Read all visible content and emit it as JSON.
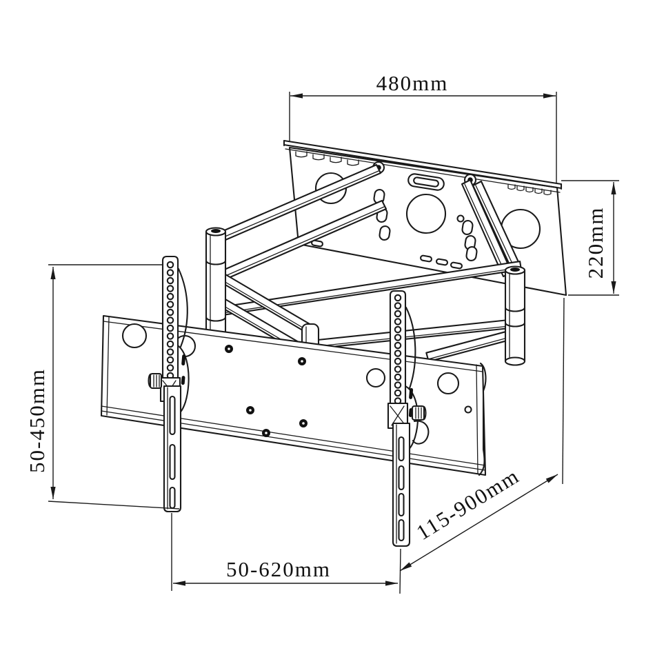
{
  "page": {
    "background_color": "#ffffff",
    "line_color": "#1a1a1a"
  },
  "drawing": {
    "kind": "technical dimension line drawing",
    "subject": "articulating dual-arm TV wall mount bracket, isometric view"
  },
  "dimensions": {
    "wall_plate_width": {
      "label": "480mm"
    },
    "wall_plate_height": {
      "label": "220mm"
    },
    "left_vertical_range": {
      "label": "50-450mm"
    },
    "bottom_width_range": {
      "label": "50-620mm"
    },
    "arm_extension_range": {
      "label": "115-900mm"
    }
  }
}
